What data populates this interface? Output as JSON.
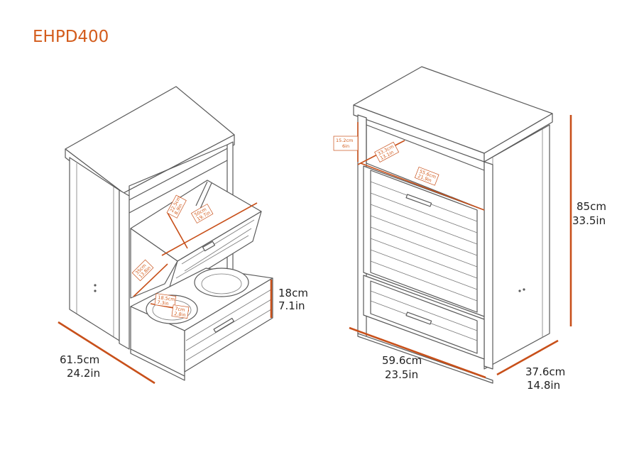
{
  "title": "EHPD400",
  "left_view": {
    "height_cm": "18cm",
    "height_in": "7.1in",
    "depth_cm": "61.5cm",
    "depth_in": "24.2in",
    "inner_labels": [
      {
        "cm": "22.5cm",
        "in": "8.9in"
      },
      {
        "cm": "50cm",
        "in": "19.7in"
      },
      {
        "cm": "35cm",
        "in": "13.8in"
      },
      {
        "cm": "18.5cm",
        "in": "7.3in"
      },
      {
        "cm": "7cm",
        "in": "2.8in"
      }
    ]
  },
  "right_view": {
    "opening_cm": "15.2cm",
    "opening_in": "6in",
    "inner_depth_cm": "33.3cm",
    "inner_depth_in": "13.1in",
    "inner_width_cm": "55.6cm",
    "inner_width_in": "21.9in",
    "height_cm": "85cm",
    "height_in": "33.5in",
    "width_cm": "59.6cm",
    "width_in": "23.5in",
    "depth_cm": "37.6cm",
    "depth_in": "14.8in"
  }
}
